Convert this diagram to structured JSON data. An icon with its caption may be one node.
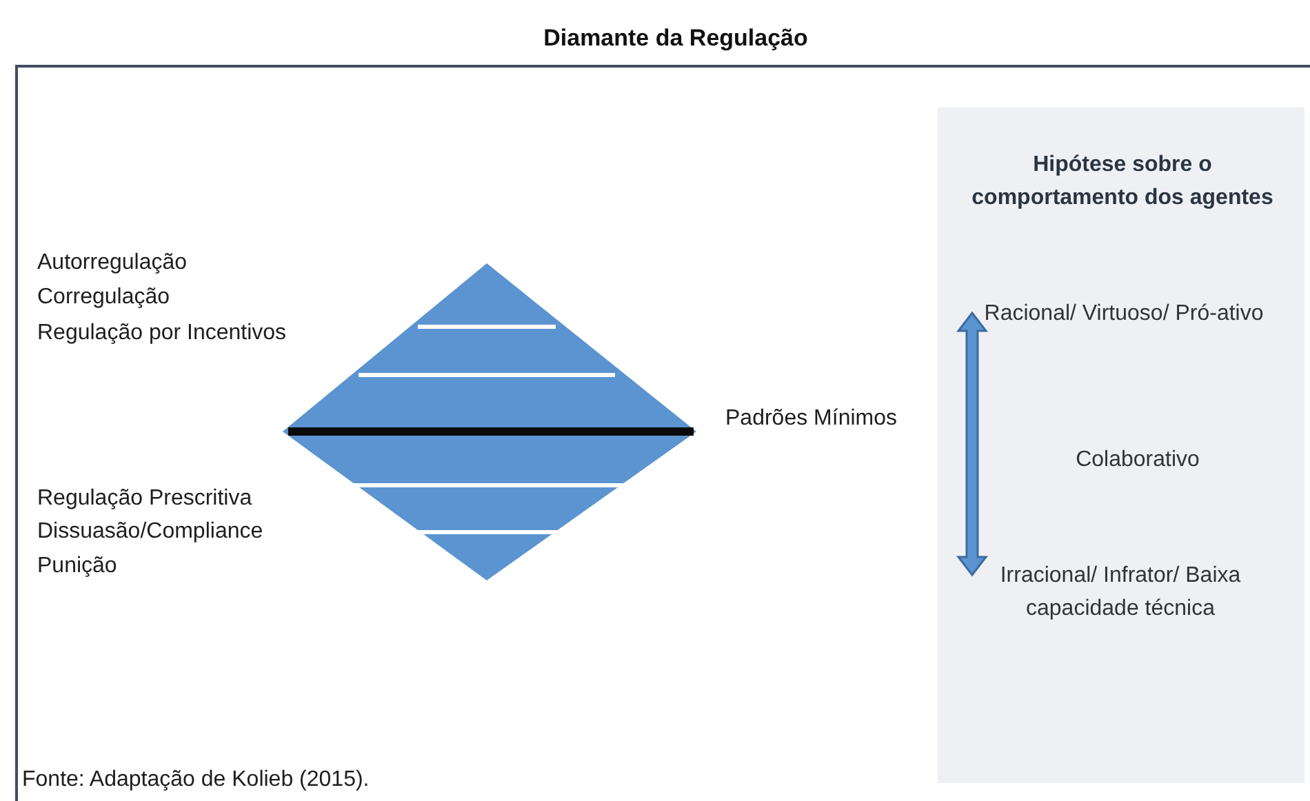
{
  "diagram": {
    "title": "Diamante da Regulação",
    "caption": "Fonte: Adaptação de Kolieb (2015).",
    "nodes": [
      {
        "text": [],
        "shape": "diamond"
      },
      {
        "text": [
          "Hipótese sobre o comportamento dos agentes",
          "Racional/ Virtuoso/ Pró-ativo",
          "Colaborativo",
          "Irracional/ Infrator/ Baixa capacidade técnica"
        ]
      }
    ],
    "labels": [
      "Autorregulação",
      "Corregulação",
      "Regulação por Incentivos",
      "Padrões Mínimos",
      "Regulação Prescritiva",
      "Dissuasão/Compliance",
      "Punição"
    ]
  }
}
